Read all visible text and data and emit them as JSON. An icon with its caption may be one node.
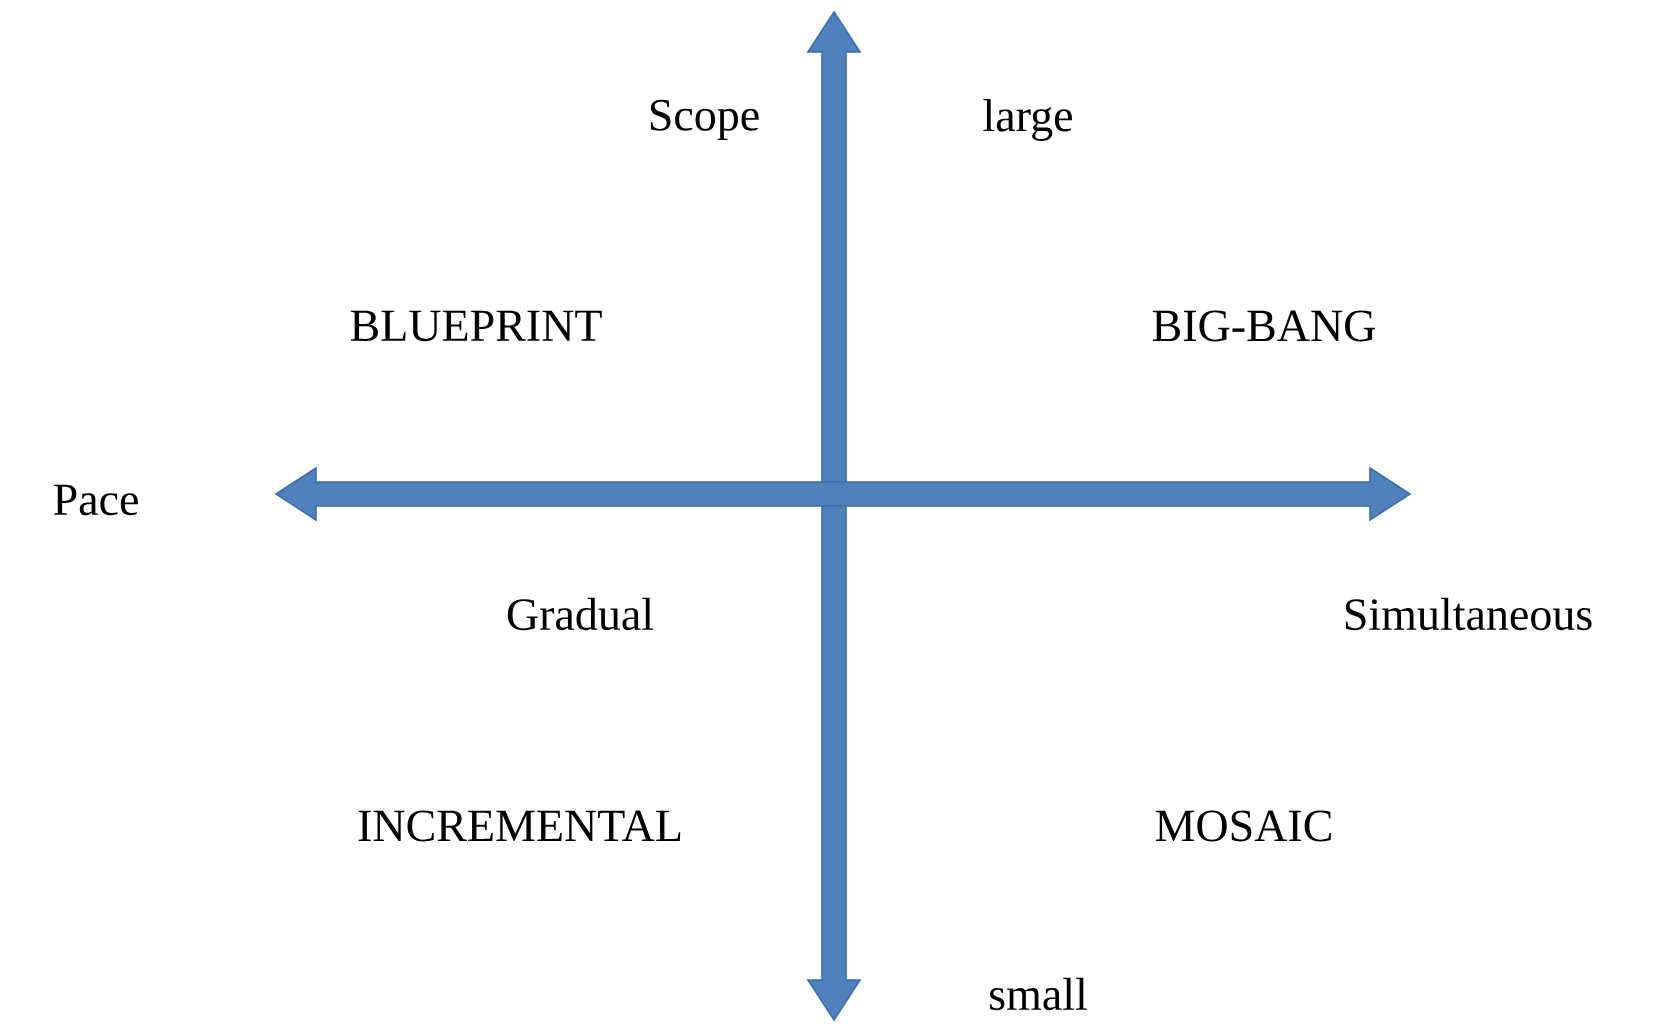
{
  "diagram": {
    "labels": [
      "Scope",
      "large",
      "BLUEPRINT",
      "BIG-BANG",
      "Pace",
      "Gradual",
      "Simultaneous",
      "INCREMENTAL",
      "MOSAIC",
      "small"
    ]
  }
}
